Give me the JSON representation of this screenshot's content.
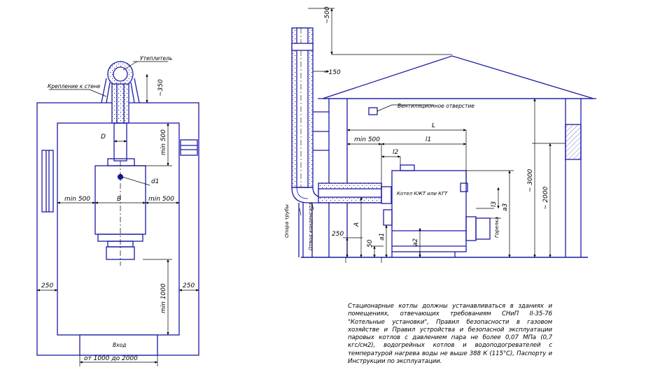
{
  "colors": {
    "structure": "#1a1aa6",
    "dimension": "#000000",
    "background": "#ffffff"
  },
  "plan_view": {
    "label_insulation": "Утеплитель",
    "label_wall_mount": "Крепление к стене",
    "dim_350": "~350",
    "dim_D": "D",
    "dim_min500_top": "min 500",
    "dim_d1": "d1",
    "dim_min500_left": "min 500",
    "dim_B": "B",
    "dim_min500_right": "min 500",
    "dim_250_left": "250",
    "dim_250_right": "250",
    "dim_min1000": "min 1000",
    "label_entrance": "Вход",
    "dim_width_range": "от 1000 до 2000"
  },
  "section_view": {
    "dim_500_top": "~500",
    "dim_150": "~150",
    "label_vent": "Вентиляционное отверстие",
    "dim_L": "L",
    "dim_l1": "l1",
    "dim_min500": "min 500",
    "dim_l2": "l2",
    "label_boiler": "Котел КЖТ или КГТ",
    "dim_l3": "l3",
    "dim_a3": "a3",
    "label_burner": "Горелка",
    "dim_3000": "~ 3000",
    "dim_2000": "~ 2000",
    "label_pipe_support": "Опора трубы",
    "label_condensate": "Отвод конденсата",
    "dim_250": "250",
    "dim_A": "A",
    "dim_50": "50",
    "dim_a1": "a1",
    "dim_a2": "a2"
  },
  "note": {
    "text": "Стационарные котлы должны устанавливаться в зданиях и помещениях, отвечающих требованиям СНиП II-35-76 \"Котельные установки\", Правил безопасности в газовом хозяйстве и Правил устройства и безопасной эксплуатации паровых котлов с давлением пара не более 0,07 МПа (0,7 кгс/cм2), водогрейных котлов и водоподогревателей с температурой нагрева воды не выше 388 К (115°С), Паспорту и Инструкции по эксплуатации."
  }
}
